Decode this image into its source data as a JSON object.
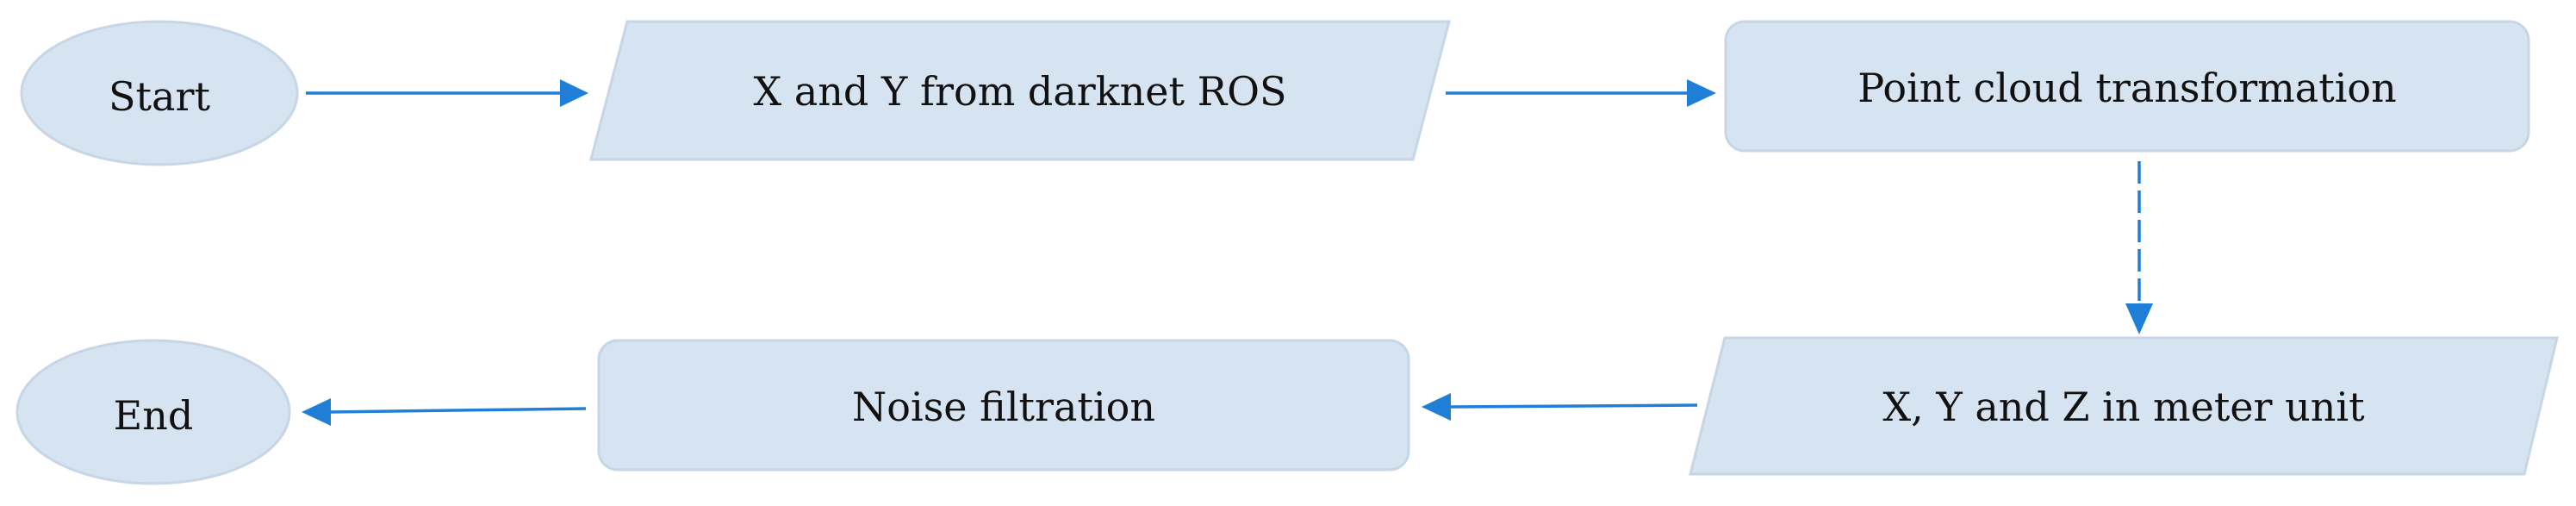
{
  "nodes": {
    "start": "Start",
    "input_xy": "X and Y from darknet ROS",
    "point_cloud": "Point cloud transformation",
    "xyz_meter": "X, Y and Z in meter unit",
    "noise": "Noise filtration",
    "end": "End"
  },
  "colors": {
    "node_fill": "#d6e3f1",
    "arrow": "#1f7fd6",
    "text": "#111111"
  }
}
